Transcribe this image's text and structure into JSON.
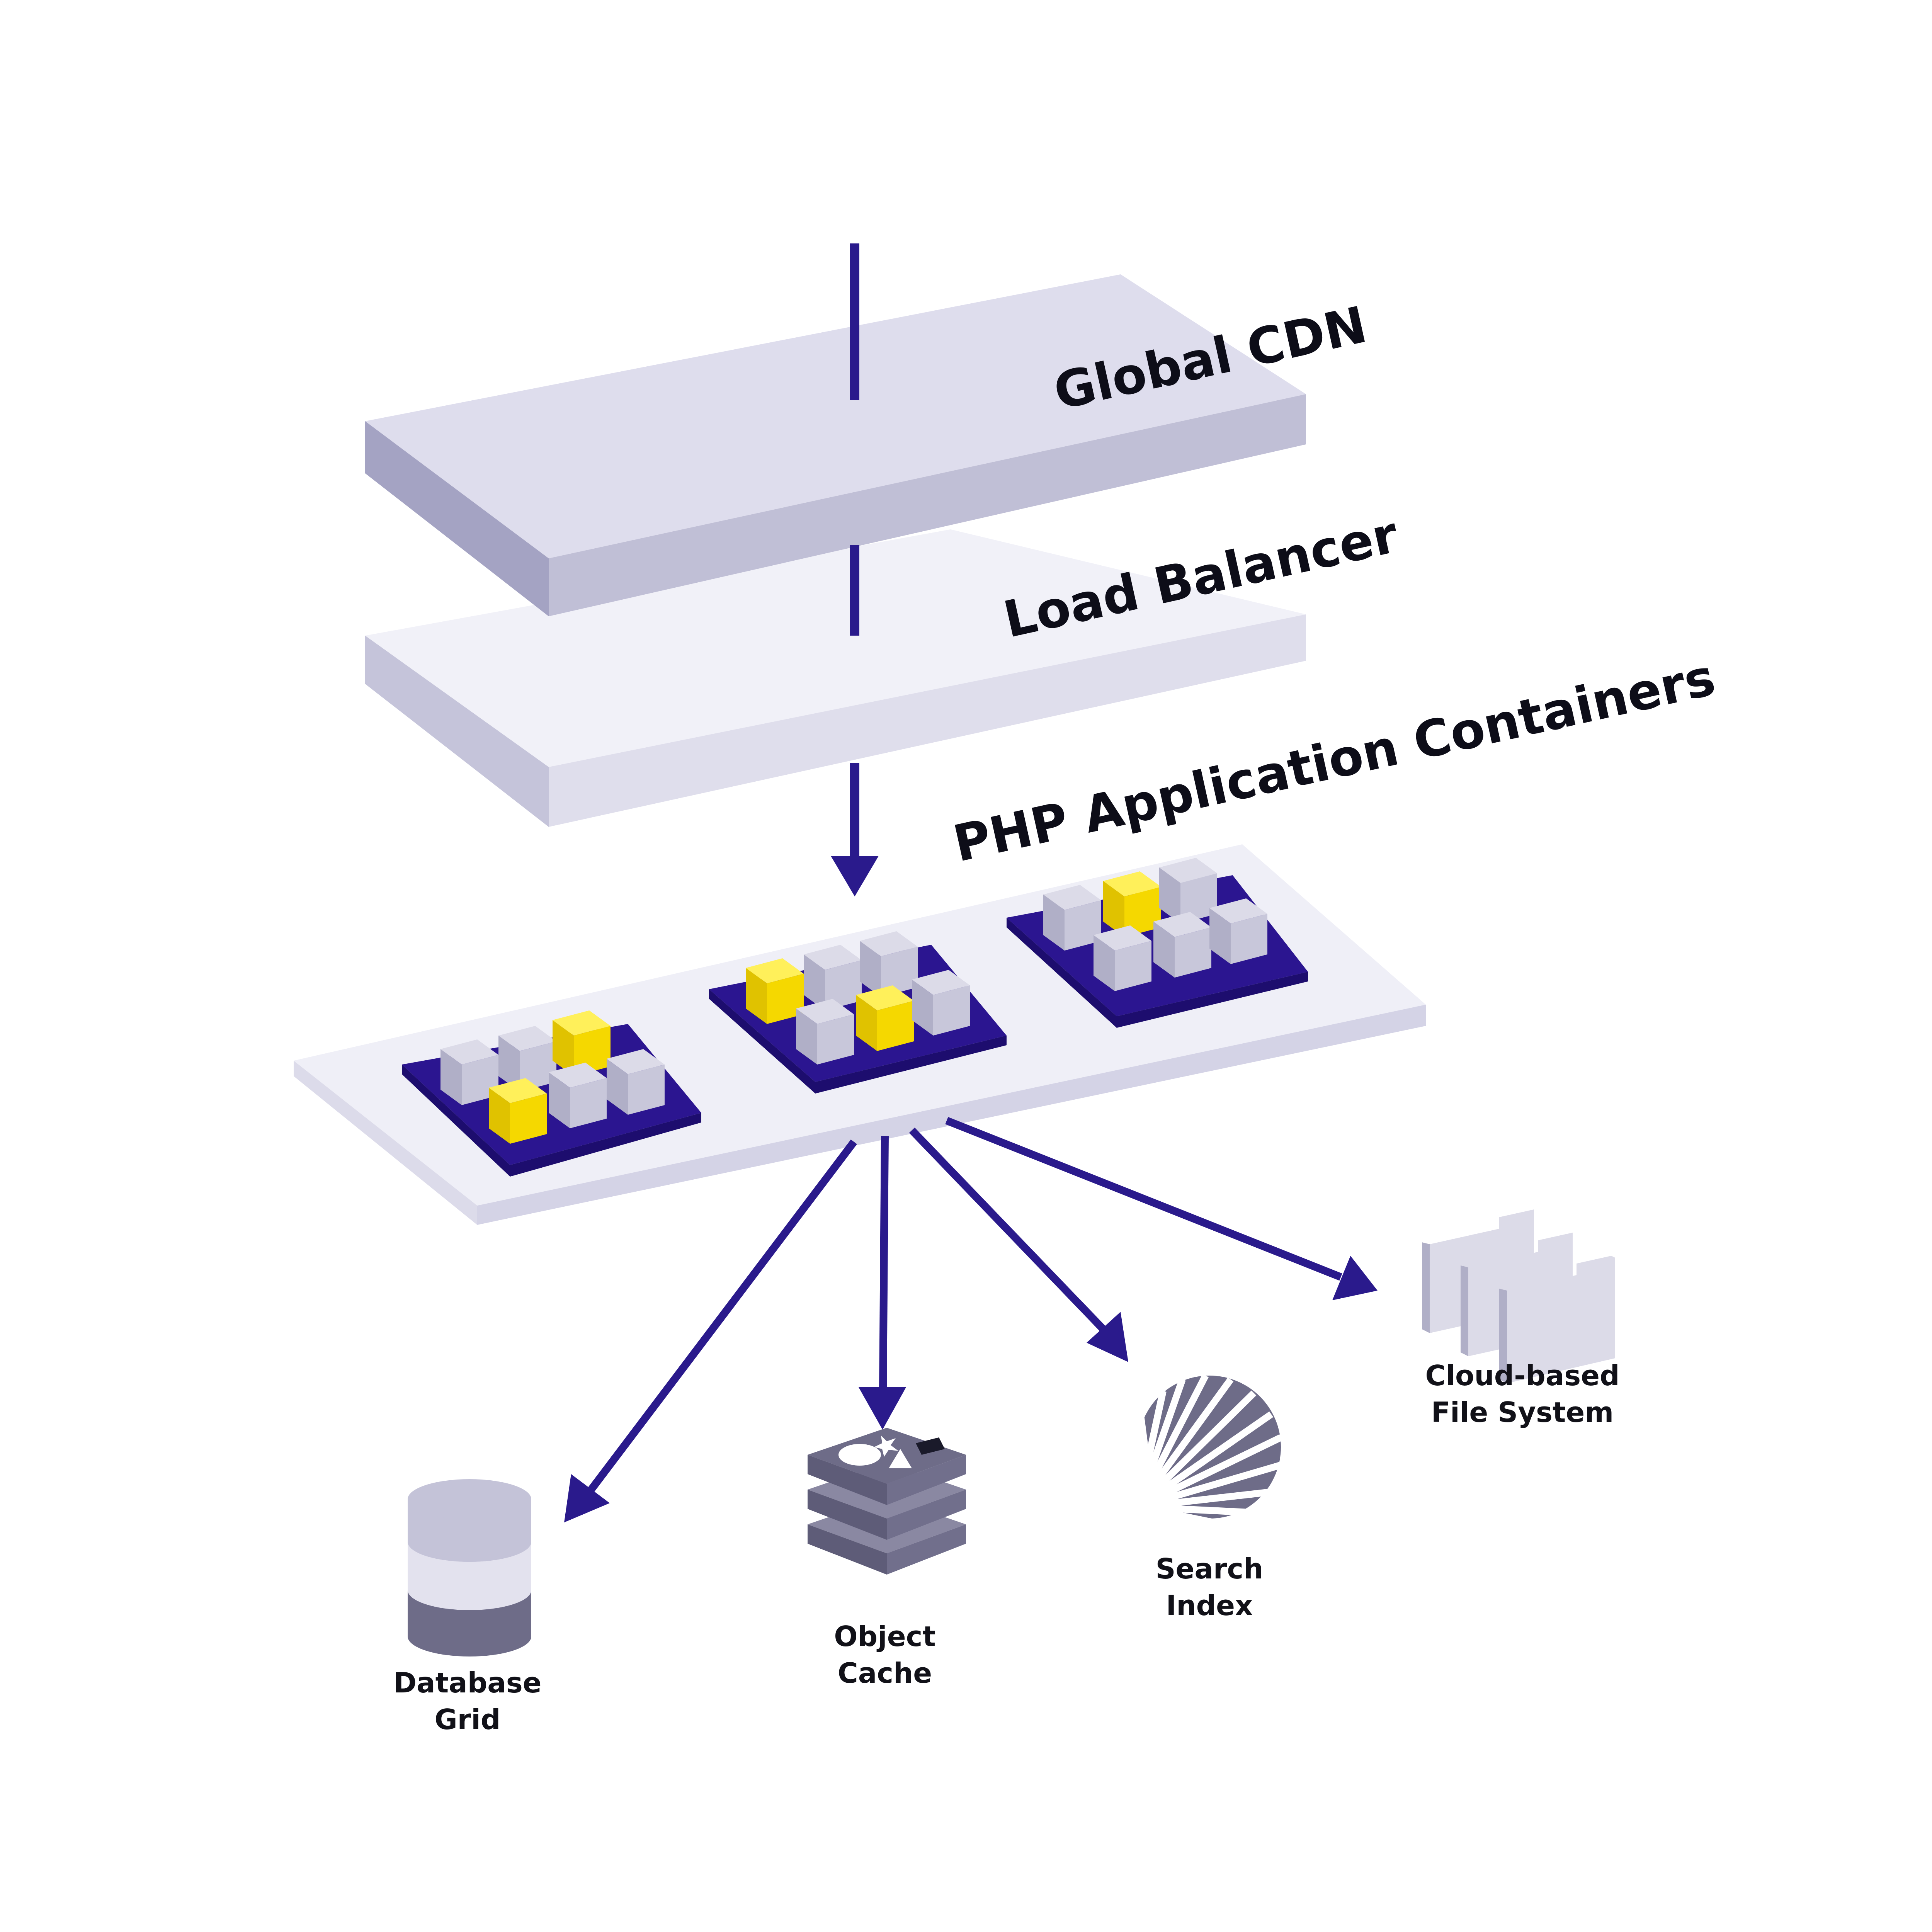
{
  "diagram": {
    "layers": [
      {
        "id": "cdn",
        "label": "Global CDN"
      },
      {
        "id": "lb",
        "label": "Load Balancer"
      },
      {
        "id": "php",
        "label": "PHP Application Containers"
      }
    ],
    "services": [
      {
        "id": "db",
        "icon": "database-icon",
        "line1": "Database",
        "line2": "Grid"
      },
      {
        "id": "cache",
        "icon": "object-cache-icon",
        "line1": "Object",
        "line2": "Cache"
      },
      {
        "id": "search",
        "icon": "search-index-icon",
        "line1": "Search",
        "line2": "Index"
      },
      {
        "id": "fs",
        "icon": "folders-icon",
        "line1": "Cloud-based",
        "line2": "File System"
      }
    ],
    "colors": {
      "arrow": "#2a1a8c",
      "slab_top": "#dedded",
      "slab_front": "#c0bfd6",
      "slab_side": "#a4a3c3",
      "container_base": "#2b1590",
      "cube_gray": "#c4c3d6",
      "cube_yellow": "#f5d800",
      "icon_gray": "#6e6c88"
    }
  }
}
